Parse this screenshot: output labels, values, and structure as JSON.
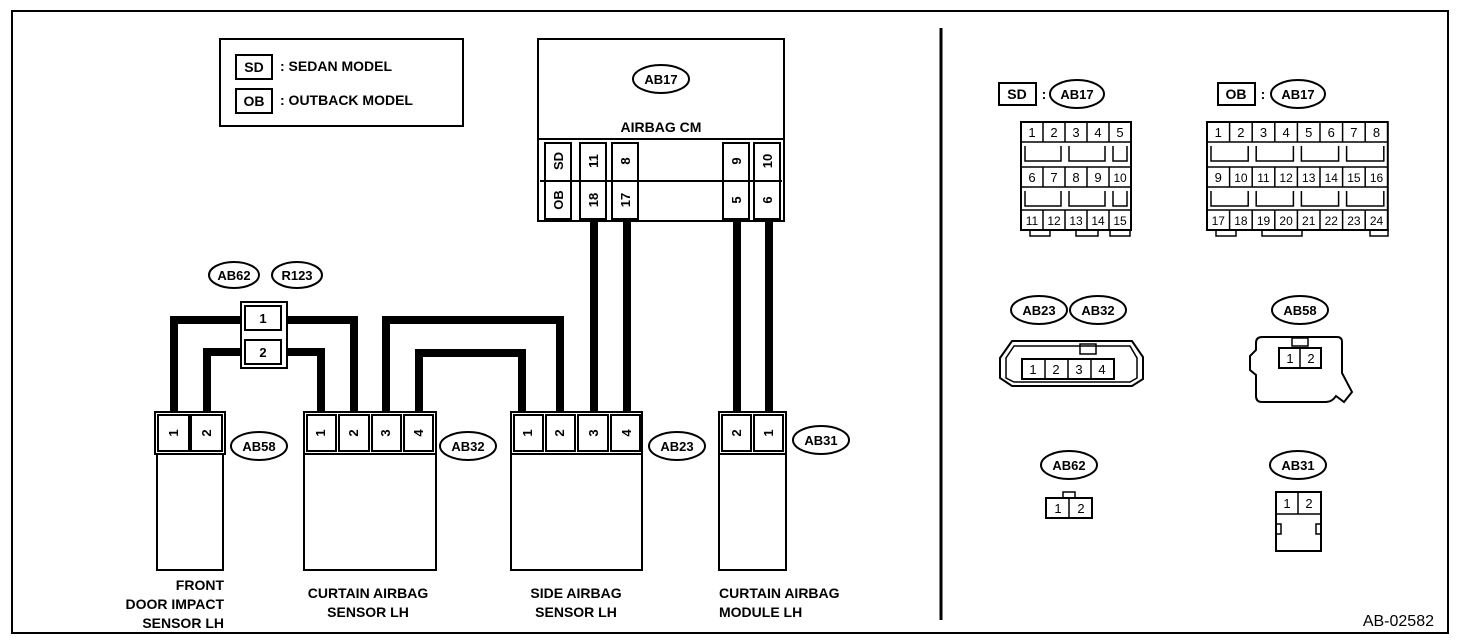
{
  "legend": {
    "items": [
      {
        "code": "SD",
        "label": ": SEDAN MODEL"
      },
      {
        "code": "OB",
        "label": ": OUTBACK MODEL"
      }
    ]
  },
  "airbag_cm": {
    "connector": "AB17",
    "title": "AIRBAG CM",
    "row_sd": {
      "label": "SD",
      "pins": [
        "11",
        "8",
        "9",
        "10"
      ]
    },
    "row_ob": {
      "label": "OB",
      "pins": [
        "18",
        "17",
        "5",
        "6"
      ]
    }
  },
  "joint_connector": {
    "ids": [
      "AB62",
      "R123"
    ],
    "pins": [
      "1",
      "2"
    ]
  },
  "components": [
    {
      "connector": "AB58",
      "pins": [
        "1",
        "2"
      ],
      "name": [
        "FRONT",
        "DOOR IMPACT",
        "SENSOR LH"
      ]
    },
    {
      "connector": "AB32",
      "pins": [
        "1",
        "2",
        "3",
        "4"
      ],
      "name": [
        "CURTAIN AIRBAG",
        "SENSOR LH"
      ]
    },
    {
      "connector": "AB23",
      "pins": [
        "1",
        "2",
        "3",
        "4"
      ],
      "name": [
        "SIDE AIRBAG",
        "SENSOR LH"
      ]
    },
    {
      "connector": "AB31",
      "pins": [
        "2",
        "1"
      ],
      "name": [
        "CURTAIN AIRBAG",
        "MODULE LH"
      ]
    }
  ],
  "connector_views": {
    "ab17_sd": {
      "model": "SD",
      "sep": ":",
      "connector": "AB17",
      "rows": [
        [
          "1",
          "2",
          "3",
          "4",
          "5"
        ],
        [
          "6",
          "7",
          "8",
          "9",
          "10"
        ],
        [
          "11",
          "12",
          "13",
          "14",
          "15"
        ]
      ]
    },
    "ab17_ob": {
      "model": "OB",
      "sep": ":",
      "connector": "AB17",
      "rows": [
        [
          "1",
          "2",
          "3",
          "4",
          "5",
          "6",
          "7",
          "8"
        ],
        [
          "9",
          "10",
          "11",
          "12",
          "13",
          "14",
          "15",
          "16"
        ],
        [
          "17",
          "18",
          "19",
          "20",
          "21",
          "22",
          "23",
          "24"
        ]
      ]
    },
    "ab23_ab32": {
      "connectors": [
        "AB23",
        "AB32"
      ],
      "pins": [
        "1",
        "2",
        "3",
        "4"
      ]
    },
    "ab58": {
      "connector": "AB58",
      "pins": [
        "1",
        "2"
      ]
    },
    "ab62": {
      "connector": "AB62",
      "pins": [
        "1",
        "2"
      ]
    },
    "ab31": {
      "connector": "AB31",
      "pins": [
        "1",
        "2"
      ]
    }
  },
  "figure_code": "AB-02582"
}
